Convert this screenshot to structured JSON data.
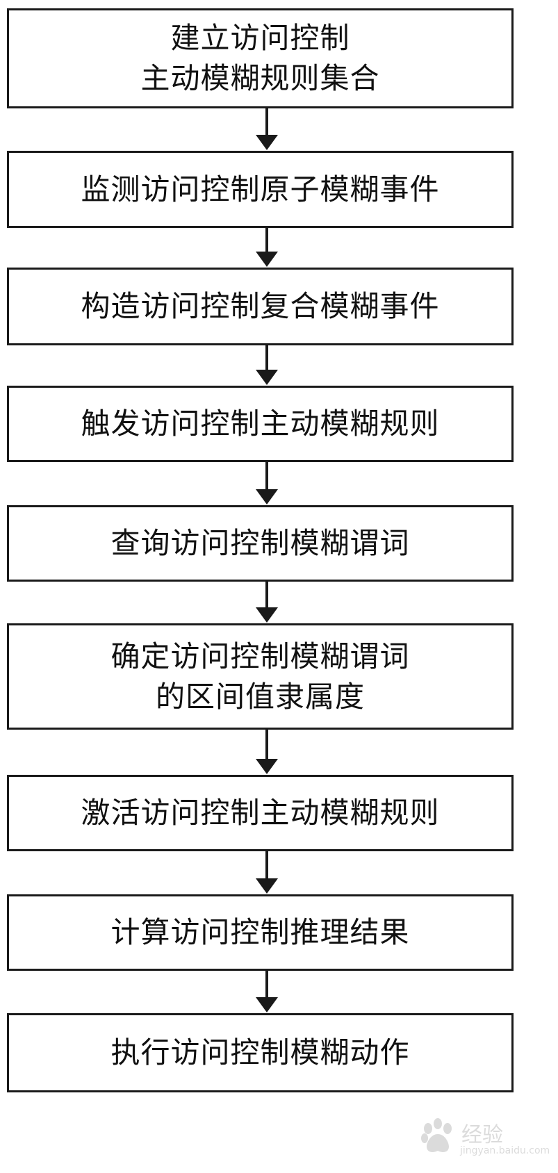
{
  "steps": [
    {
      "lines": [
        "建立访问控制",
        "主动模糊规则集合"
      ]
    },
    {
      "lines": [
        "监测访问控制原子模糊事件"
      ]
    },
    {
      "lines": [
        "构造访问控制复合模糊事件"
      ]
    },
    {
      "lines": [
        "触发访问控制主动模糊规则"
      ]
    },
    {
      "lines": [
        "查询访问控制模糊谓词"
      ]
    },
    {
      "lines": [
        "确定访问控制模糊谓词",
        "的区间值隶属度"
      ]
    },
    {
      "lines": [
        "激活访问控制主动模糊规则"
      ]
    },
    {
      "lines": [
        "计算访问控制推理结果"
      ]
    },
    {
      "lines": [
        "执行访问控制模糊动作"
      ]
    }
  ],
  "watermark": {
    "brand": "经验",
    "site": "jingyan.baidu.com",
    "icon": "baidu-paw-icon"
  }
}
